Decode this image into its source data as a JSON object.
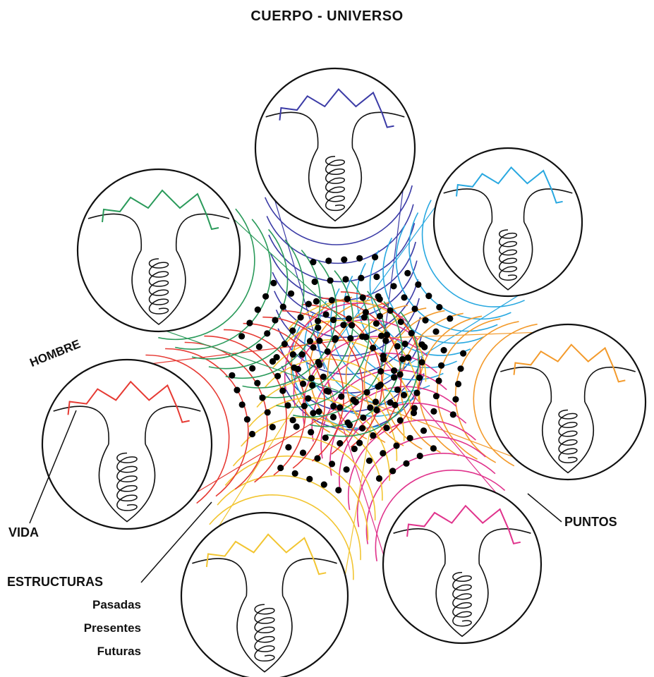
{
  "title": "CUERPO - UNIVERSO",
  "labels": {
    "hombre": "HOMBRE",
    "vida": "VIDA",
    "puntos": "PUNTOS",
    "estructuras": "ESTRUCTURAS"
  },
  "estructuras_items": [
    "Pasadas",
    "Presentes",
    "Futuras"
  ],
  "palette": {
    "top": "#3b3ba6",
    "upper_right": "#29a8e0",
    "right": "#f39a2b",
    "lower_right": "#e0338c",
    "bottom": "#f2c531",
    "left": "#e63a33",
    "upper_left": "#2a9a5a",
    "outline": "#111111"
  }
}
